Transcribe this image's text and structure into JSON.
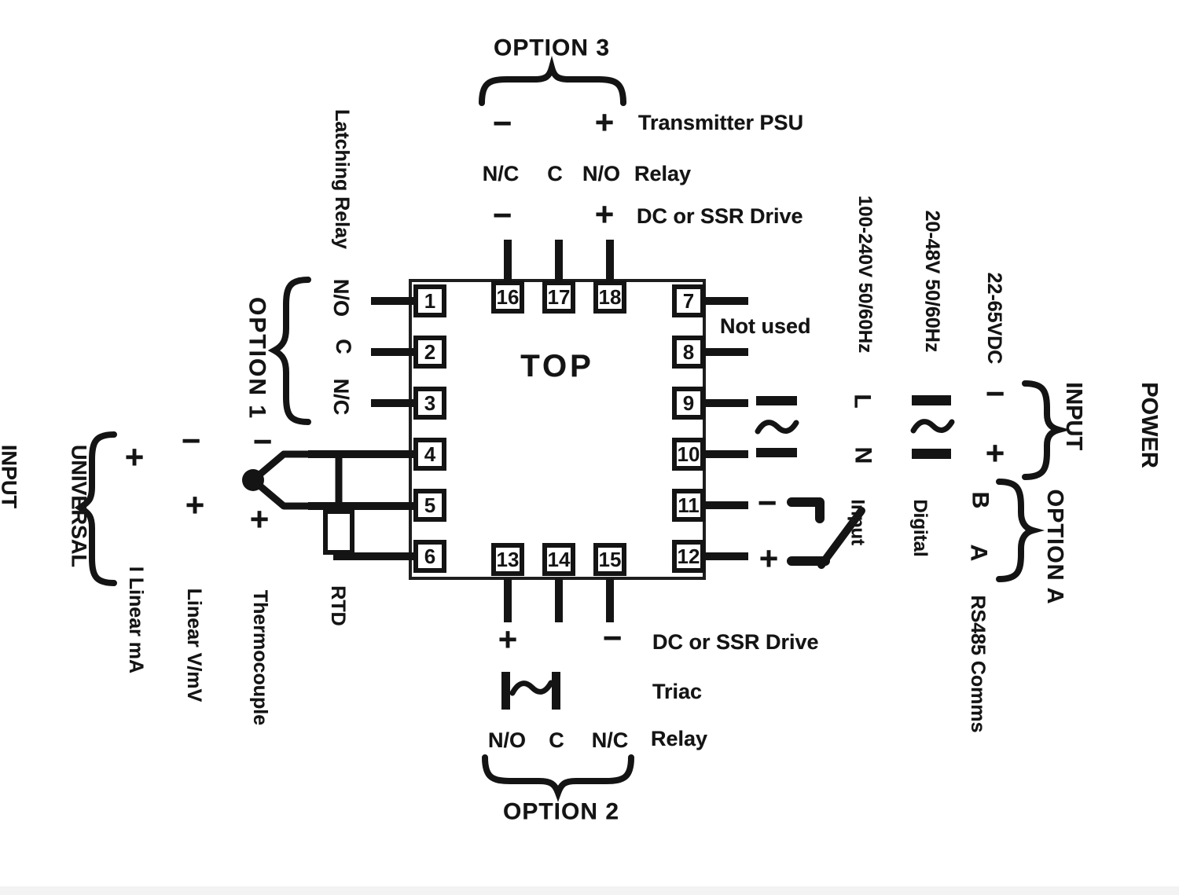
{
  "chip": {
    "top_label": "TOP",
    "terminals": {
      "left": [
        "1",
        "2",
        "3",
        "4",
        "5",
        "6"
      ],
      "top_row": [
        "16",
        "17",
        "18"
      ],
      "right": [
        "7",
        "8",
        "9",
        "10",
        "11",
        "12"
      ],
      "bottom_row": [
        "13",
        "14",
        "15"
      ]
    }
  },
  "option3": {
    "title": "OPTION 3",
    "psu_minus": "−",
    "psu_plus": "+",
    "psu_label": "Transmitter PSU",
    "relay_nc": "N/C",
    "relay_c": "C",
    "relay_no": "N/O",
    "relay_label": "Relay",
    "drive_minus": "−",
    "drive_plus": "+",
    "drive_label": "DC or SSR Drive"
  },
  "option1": {
    "title": "OPTION 1",
    "latching_label": "Latching Relay",
    "no": "N/O",
    "c": "C",
    "nc": "N/C"
  },
  "universal_input": {
    "title_line1": "UNIVERSAL",
    "title_line2": "INPUT",
    "linear_ma_plus": "+",
    "linear_ma_label": "I Linear mA",
    "linear_v_minus": "−",
    "linear_v_plus": "+",
    "linear_v_label": "Linear V/mV",
    "thermocouple_minus": "−",
    "thermocouple_plus": "+",
    "thermocouple_label": "Thermocouple",
    "rtd_label": "RTD"
  },
  "power": {
    "not_used": "Not used",
    "ac_symbol": "~",
    "mains_label": "100-240V 50/60Hz",
    "line": "L",
    "neutral": "N",
    "low_voltage_label": "20-48V 50/60Hz",
    "dc_label": "22-65VDC",
    "dc_minus": "−",
    "dc_plus": "+",
    "title_line1": "POWER",
    "title_line2": "INPUT"
  },
  "digital_input": {
    "minus": "−",
    "plus": "+",
    "label_line1": "Digital",
    "label_line2": "Input"
  },
  "option_a": {
    "title": "OPTION A",
    "b": "B",
    "a": "A",
    "rs485_label": "RS485 Comms"
  },
  "option2": {
    "title": "OPTION 2",
    "drive_plus": "+",
    "drive_minus": "−",
    "drive_label": "DC or SSR Drive",
    "triac_symbol": "~",
    "triac_label": "Triac",
    "relay_no": "N/O",
    "relay_c": "C",
    "relay_nc": "N/C",
    "relay_label": "Relay",
    "ink_color": "#141414"
  }
}
